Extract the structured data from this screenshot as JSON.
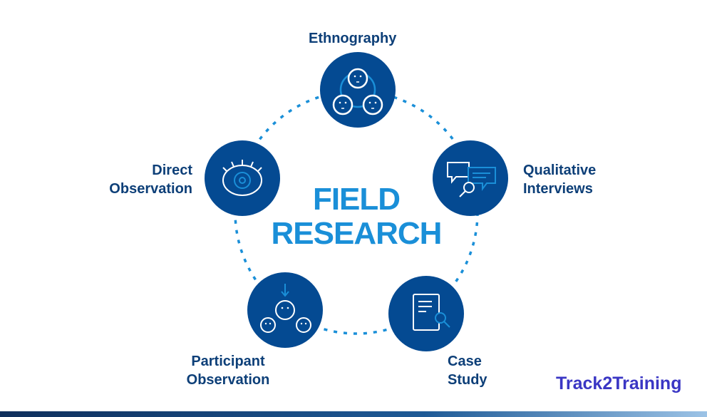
{
  "title": {
    "line1": "FIELD",
    "line2": "RESEARCH"
  },
  "nodes": [
    {
      "label": "Ethnography",
      "icon": "group-faces-icon"
    },
    {
      "label_line1": "Qualitative",
      "label_line2": "Interviews",
      "icon": "speech-bubbles-search-icon"
    },
    {
      "label_line1": "Case",
      "label_line2": "Study",
      "icon": "document-search-icon"
    },
    {
      "label_line1": "Participant",
      "label_line2": "Observation",
      "icon": "arrow-faces-icon"
    },
    {
      "label_line1": "Direct",
      "label_line2": "Observation",
      "icon": "eye-icon"
    }
  ],
  "brand": "Track2Training",
  "colors": {
    "circle": "#044a92",
    "accent": "#1a8fd8",
    "label": "#0d3f78",
    "brand": "#3a36c4"
  }
}
